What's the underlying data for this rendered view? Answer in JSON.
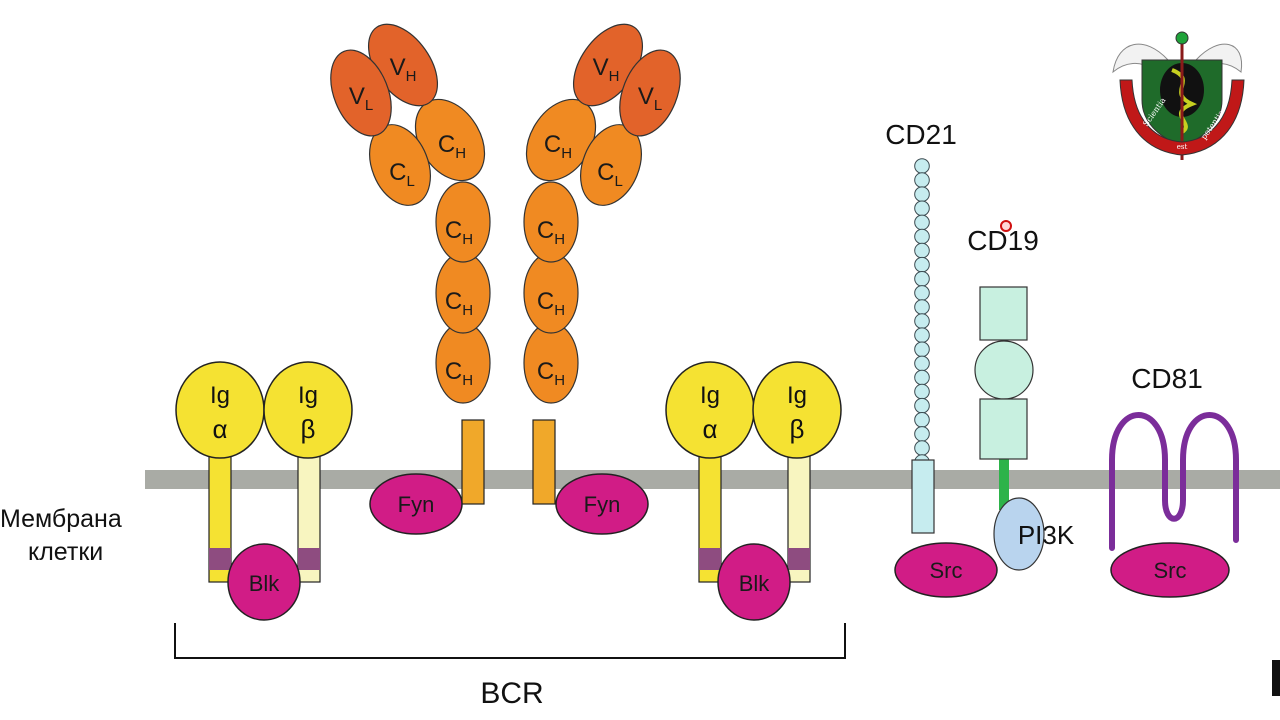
{
  "labels": {
    "membrane_line1": "Мембрана",
    "membrane_line2": "клетки",
    "bcr": "BCR",
    "cd21": "CD21",
    "cd19": "CD19",
    "cd81": "CD81",
    "pi3k": "PI3K",
    "src": "Src",
    "fyn": "Fyn",
    "blk": "Blk",
    "ig": "Ig",
    "alpha": "α",
    "beta": "β",
    "v": "V",
    "c": "C",
    "sub_h": "H",
    "sub_l": "L"
  },
  "logo": {
    "motto_1": "Scientia",
    "motto_2": "est",
    "motto_3": "potentia"
  },
  "colors": {
    "membrane": "#a9aba5",
    "yellow": "#f5e232",
    "magenta": "#d11c86",
    "orange": "#f08a22",
    "dark_orange": "#e2632a",
    "light_cyan": "#c6ecef",
    "mint": "#c8f0e0",
    "green": "#2db34a",
    "purple": "#7b2d9a",
    "pi3k_blue": "#b9d4ee"
  }
}
